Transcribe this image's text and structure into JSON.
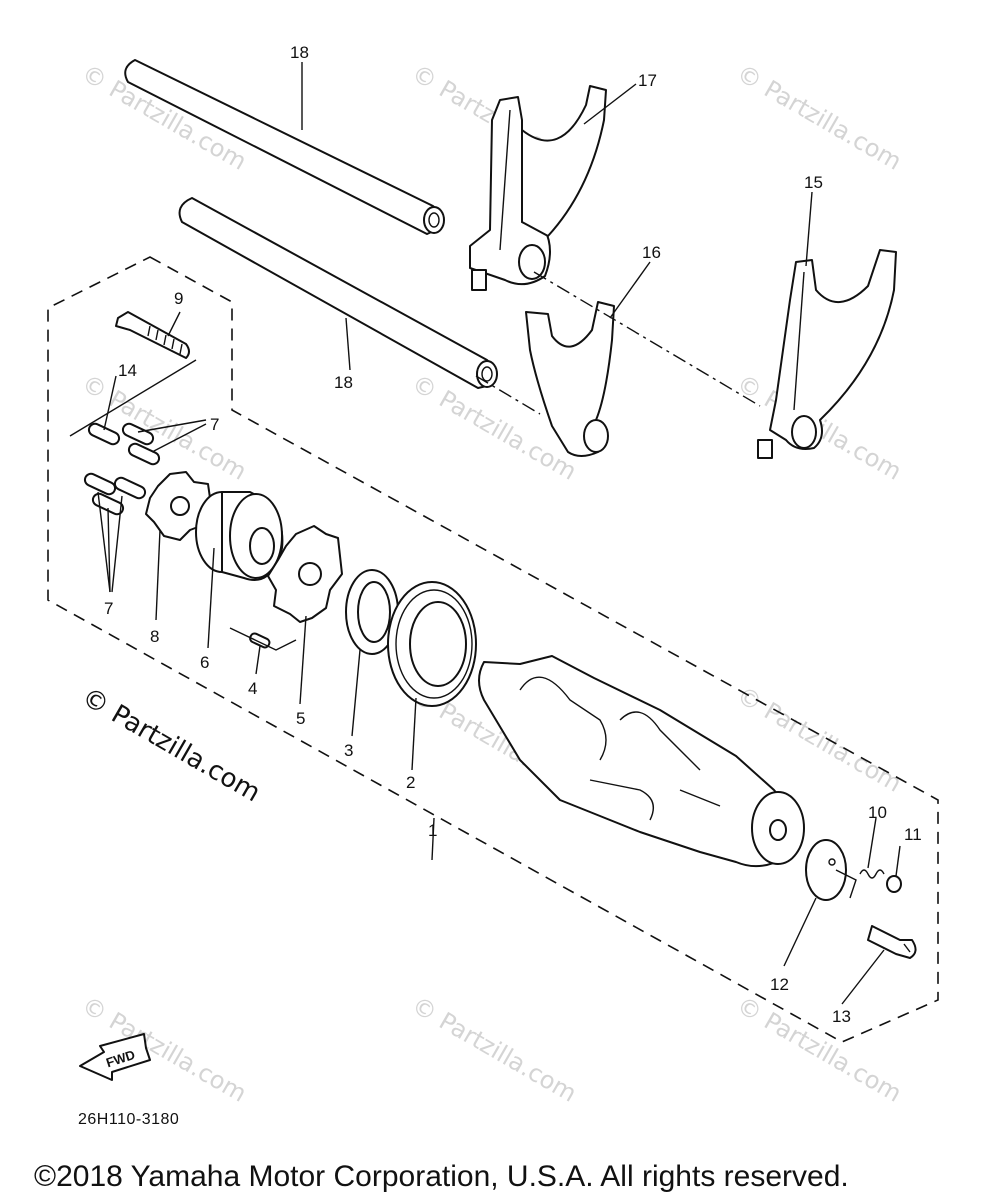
{
  "diagram": {
    "callouts": [
      "1",
      "2",
      "3",
      "4",
      "5",
      "6",
      "7",
      "7",
      "8",
      "9",
      "10",
      "11",
      "12",
      "13",
      "14",
      "15",
      "16",
      "17",
      "18",
      "18"
    ],
    "watermark": "© Partzilla.com",
    "drawing_code": "26H110-3180",
    "fwd_label": "FWD",
    "copyright": "©2018 Yamaha Motor Corporation, U.S.A. All rights reserved."
  }
}
